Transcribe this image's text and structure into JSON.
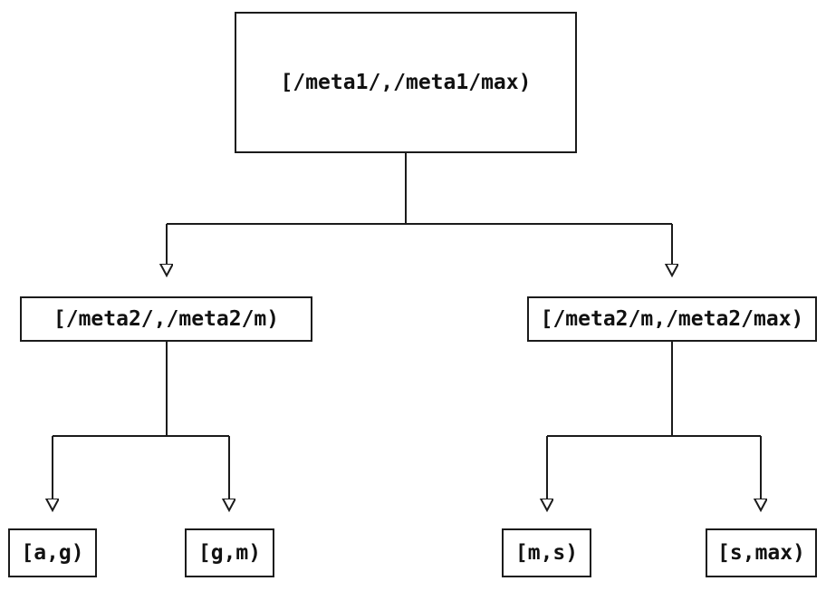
{
  "diagram": {
    "background_color": "#ffffff",
    "line_color": "#1b1b1b",
    "nodes": {
      "root": {
        "label": "[/meta1/,/meta1/max)"
      },
      "left": {
        "label": "[/meta2/,/meta2/m)"
      },
      "right": {
        "label": "[/meta2/m,/meta2/max)"
      },
      "leaf_ag": {
        "label": "[a,g)"
      },
      "leaf_gm": {
        "label": "[g,m)"
      },
      "leaf_ms": {
        "label": "[m,s)"
      },
      "leaf_smax": {
        "label": "[s,max)"
      }
    }
  }
}
